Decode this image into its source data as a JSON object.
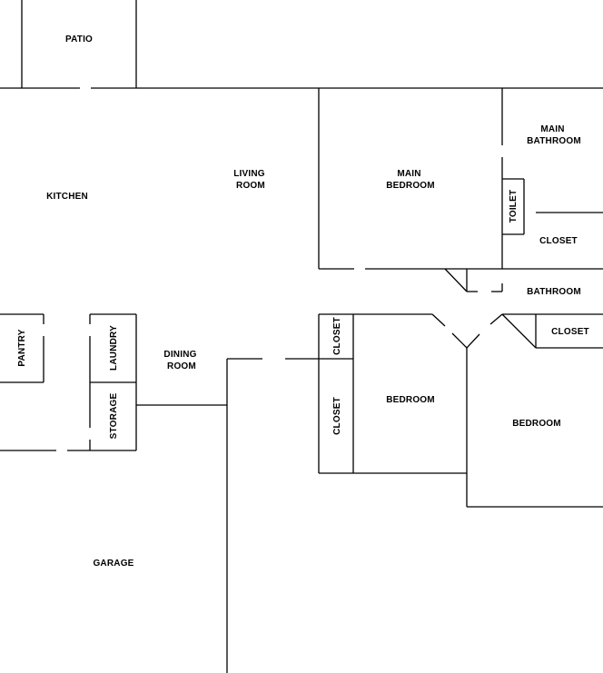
{
  "rooms": {
    "patio": "PATIO",
    "kitchen": "KITCHEN",
    "living_room": [
      "LIVING",
      "ROOM"
    ],
    "main_bedroom": [
      "MAIN",
      "BEDROOM"
    ],
    "main_bathroom": [
      "MAIN",
      "BATHROOM"
    ],
    "toilet": "TOILET",
    "main_closet": "CLOSET",
    "bathroom": "BATHROOM",
    "pantry": "PANTRY",
    "laundry": "LAUNDRY",
    "storage": "STORAGE",
    "dining_room": [
      "DINING",
      "ROOM"
    ],
    "closet_upper": "CLOSET",
    "closet_lower": "CLOSET",
    "bedroom_left": "BEDROOM",
    "bedroom_right": "BEDROOM",
    "closet_right": "CLOSET",
    "garage": "GARAGE"
  }
}
